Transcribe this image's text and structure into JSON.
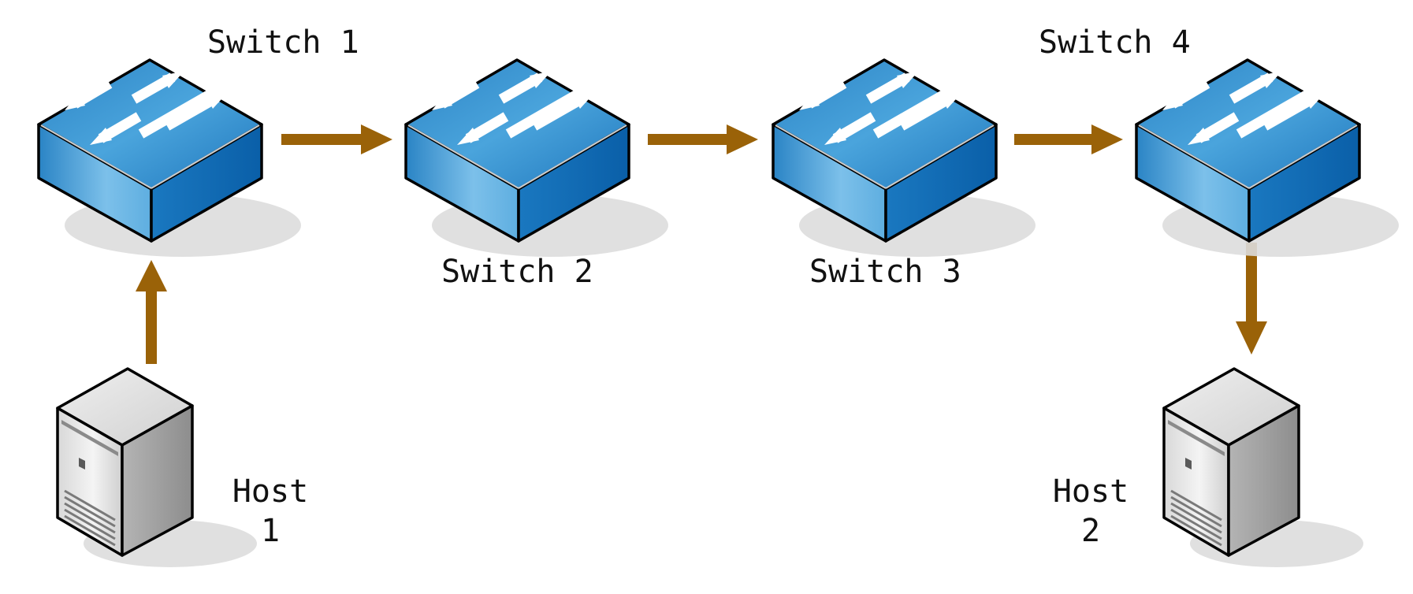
{
  "nodes": {
    "switch1": {
      "label": "Switch 1",
      "icon": "network-switch-icon"
    },
    "switch2": {
      "label": "Switch 2",
      "icon": "network-switch-icon"
    },
    "switch3": {
      "label": "Switch 3",
      "icon": "network-switch-icon"
    },
    "switch4": {
      "label": "Switch 4",
      "icon": "network-switch-icon"
    },
    "host1": {
      "label_line1": "Host",
      "label_line2": "1",
      "icon": "server-tower-icon"
    },
    "host2": {
      "label_line1": "Host",
      "label_line2": "2",
      "icon": "server-tower-icon"
    }
  },
  "links": [
    {
      "from": "host1",
      "to": "switch1"
    },
    {
      "from": "switch1",
      "to": "switch2"
    },
    {
      "from": "switch2",
      "to": "switch3"
    },
    {
      "from": "switch3",
      "to": "switch4"
    },
    {
      "from": "switch4",
      "to": "host2"
    }
  ],
  "colors": {
    "arrow": "#9a6208",
    "switch_top": "#2f8ccc",
    "switch_left": "#3e9fd7",
    "switch_right": "#0b68b3",
    "server_light": "#e6e6e6",
    "server_dark": "#9b9b9b",
    "outline": "#000000",
    "shadow": "#dcdcdc"
  }
}
